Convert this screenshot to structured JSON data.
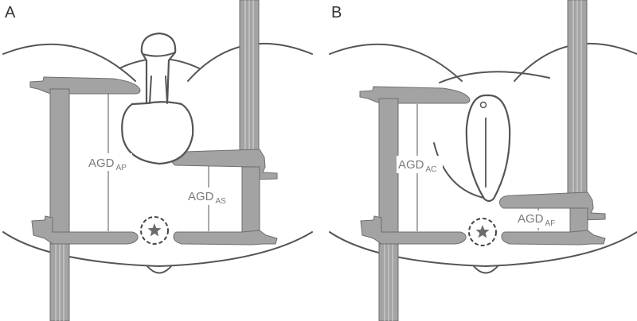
{
  "figure": {
    "panel_a": {
      "letter": "A",
      "agd_upper": {
        "main": "AGD",
        "sub": "AP"
      },
      "agd_lower": {
        "main": "AGD",
        "sub": "AS"
      }
    },
    "panel_b": {
      "letter": "B",
      "agd_upper": {
        "main": "AGD",
        "sub": "AC"
      },
      "agd_lower": {
        "main": "AGD",
        "sub": "AF"
      }
    }
  },
  "colors": {
    "caliper_fill": "#a3a3a3",
    "caliper_stroke": "#6e6e6e",
    "outline": "#555555",
    "label": "#7a7a7a"
  }
}
